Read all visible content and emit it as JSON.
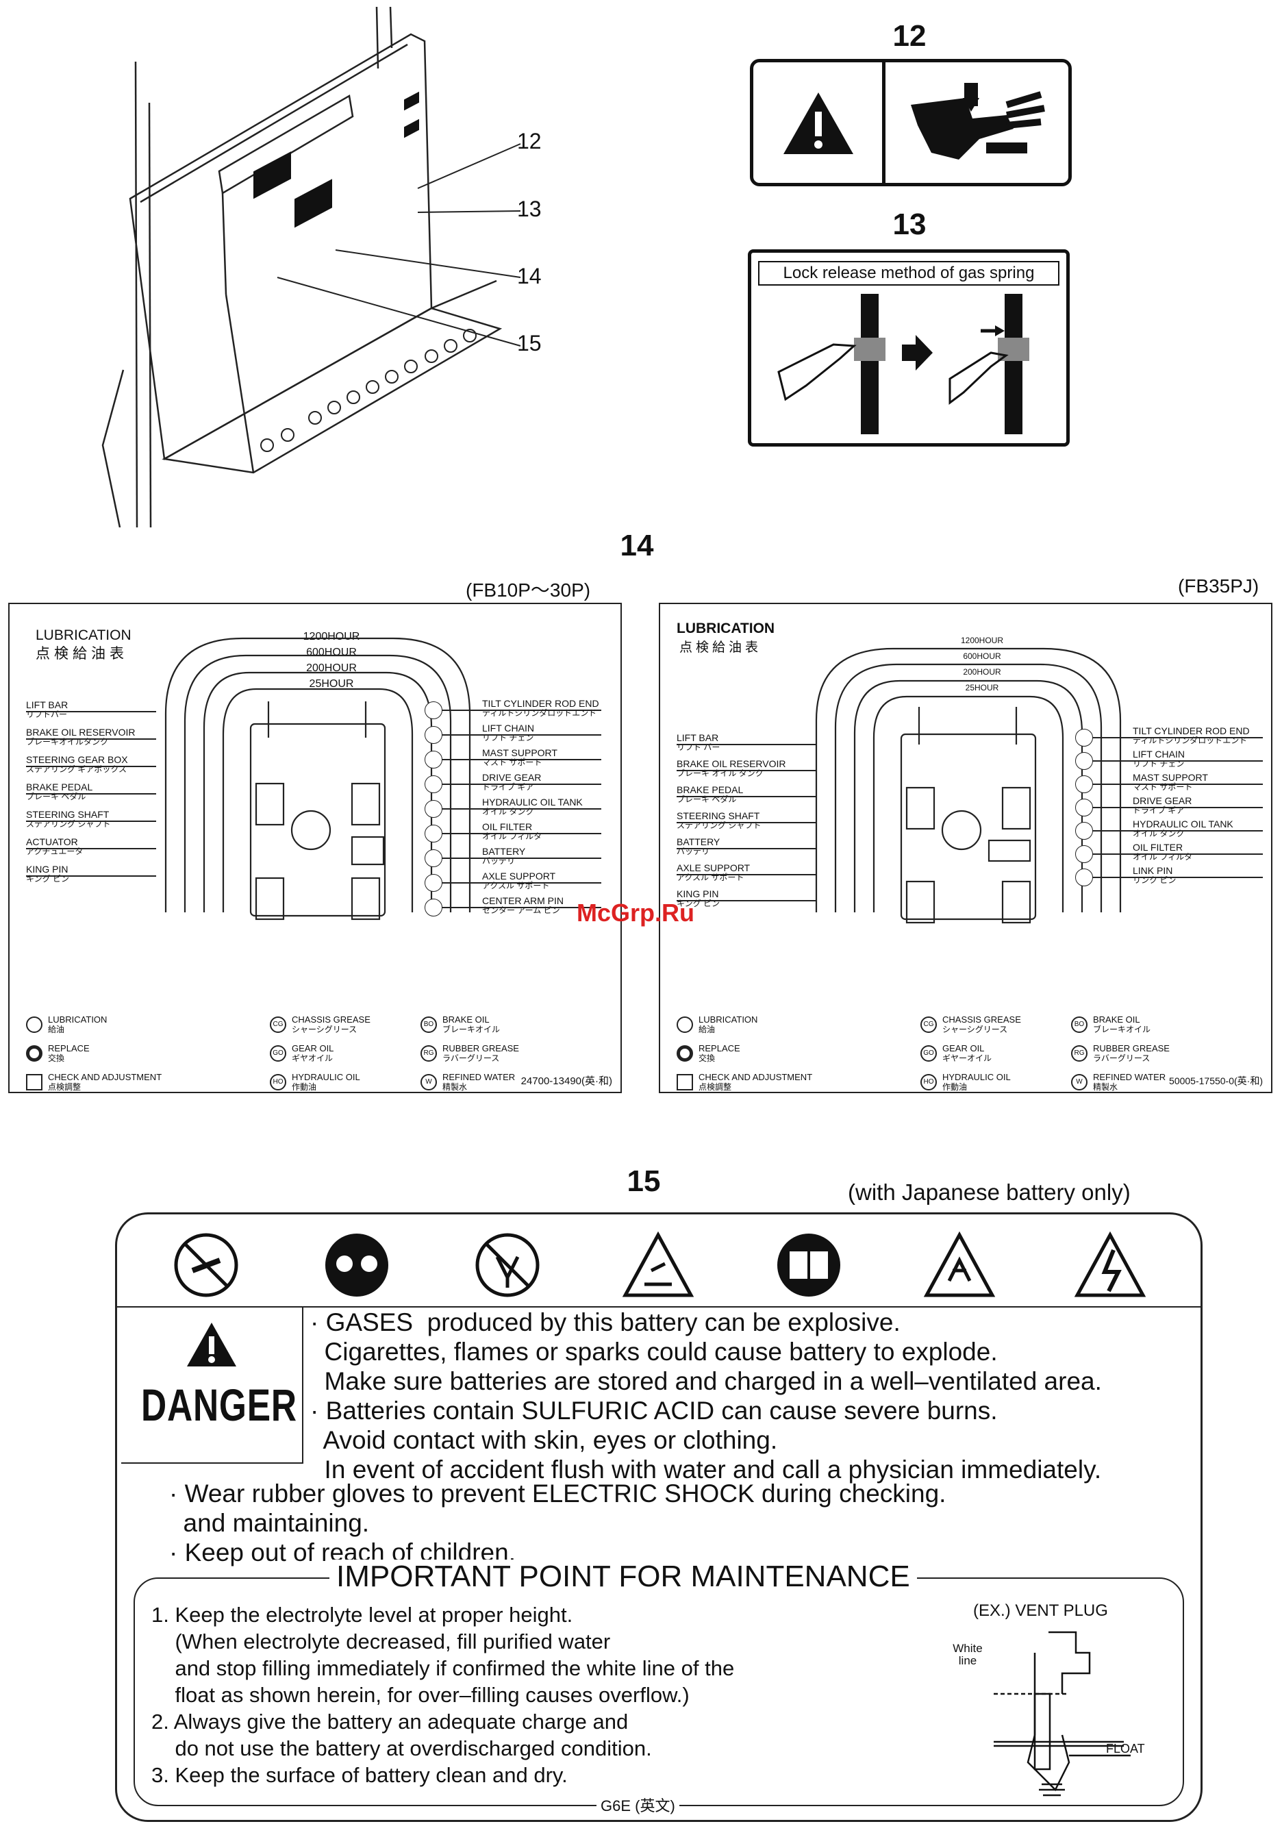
{
  "labels": {
    "n12_marker": "12",
    "n13_marker": "13",
    "n14_marker": "14",
    "n15_marker": "15",
    "n12_title": "12",
    "n13_title": "13",
    "n14_title": "14",
    "n15_title": "15"
  },
  "decal13": {
    "caption": "Lock release method of gas spring"
  },
  "chart_left": {
    "model": "(FB10P～30P)",
    "title": "LUBRICATION",
    "title_jp": "点検給油表",
    "hours": [
      "1200HOUR",
      "600HOUR",
      "200HOUR",
      "25HOUR"
    ],
    "left_items": [
      {
        "en": "LIFT BAR",
        "jp": "リフトバー"
      },
      {
        "en": "BRAKE OIL RESERVOIR",
        "jp": "ブレーキオイルタンク"
      },
      {
        "en": "STEERING GEAR BOX",
        "jp": "ステアリング ギアボックス"
      },
      {
        "en": "BRAKE PEDAL",
        "jp": "ブレーキ ペダル"
      },
      {
        "en": "STEERING SHAFT",
        "jp": "ステアリング シャフト"
      },
      {
        "en": "ACTUATOR",
        "jp": "アクチュエータ"
      },
      {
        "en": "KING PIN",
        "jp": "キング ピン"
      }
    ],
    "right_items": [
      {
        "en": "TILT CYLINDER ROD END",
        "jp": "ティルトシリンダロッドエンド"
      },
      {
        "en": "LIFT CHAIN",
        "jp": "リフト チェン"
      },
      {
        "en": "MAST SUPPORT",
        "jp": "マスト サポート"
      },
      {
        "en": "DRIVE GEAR",
        "jp": "ドライブ ギア"
      },
      {
        "en": "HYDRAULIC OIL TANK",
        "jp": "オイル タンク"
      },
      {
        "en": "OIL FILTER",
        "jp": "オイル フィルタ"
      },
      {
        "en": "BATTERY",
        "jp": "バッテリ"
      },
      {
        "en": "AXLE SUPPORT",
        "jp": "アクスル サポート"
      },
      {
        "en": "CENTER ARM PIN",
        "jp": "センター アーム ピン"
      }
    ],
    "legend": [
      {
        "sym": "○",
        "en": "LUBRICATION",
        "jp": "給油"
      },
      {
        "sym": "◎",
        "en": "REPLACE",
        "jp": "交換"
      },
      {
        "sym": "□",
        "en": "CHECK AND ADJUSTMENT",
        "jp": "点検調整"
      },
      {
        "sym": "CG",
        "en": "CHASSIS GREASE",
        "jp": "シャーシグリース"
      },
      {
        "sym": "GO",
        "en": "GEAR OIL",
        "jp": "ギヤオイル"
      },
      {
        "sym": "HO",
        "en": "HYDRAULIC OIL",
        "jp": "作動油"
      },
      {
        "sym": "BO",
        "en": "BRAKE OIL",
        "jp": "ブレーキオイル"
      },
      {
        "sym": "RG",
        "en": "RUBBER GREASE",
        "jp": "ラバーグリース"
      },
      {
        "sym": "W",
        "en": "REFINED WATER",
        "jp": "精製水"
      }
    ],
    "part_no": "24700-13490(英·和)"
  },
  "chart_right": {
    "model": "(FB35PJ)",
    "title": "LUBRICATION",
    "title_jp": "点検給油表",
    "hours": [
      "1200HOUR",
      "600HOUR",
      "200HOUR",
      "25HOUR"
    ],
    "left_items": [
      {
        "en": "LIFT BAR",
        "jp": "リフト バー"
      },
      {
        "en": "BRAKE OIL RESERVOIR",
        "jp": "ブレーキ オイル タンク"
      },
      {
        "en": "BRAKE PEDAL",
        "jp": "ブレーキ ペダル"
      },
      {
        "en": "STEERING SHAFT",
        "jp": "ステアリング シャフト"
      },
      {
        "en": "BATTERY",
        "jp": "バッテリ"
      },
      {
        "en": "AXLE SUPPORT",
        "jp": "アクスル サポート"
      },
      {
        "en": "KING PIN",
        "jp": "キング ピン"
      }
    ],
    "right_items": [
      {
        "en": "TILT CYLINDER ROD END",
        "jp": "ティルトシリンダロッドエンド"
      },
      {
        "en": "LIFT CHAIN",
        "jp": "リフト チェン"
      },
      {
        "en": "MAST SUPPORT",
        "jp": "マスト サポート"
      },
      {
        "en": "DRIVE GEAR",
        "jp": "ドライブ ギア"
      },
      {
        "en": "HYDRAULIC OIL TANK",
        "jp": "オイル タンク"
      },
      {
        "en": "OIL FILTER",
        "jp": "オイル フィルタ"
      },
      {
        "en": "LINK PIN",
        "jp": "リンク ピン"
      }
    ],
    "legend": [
      {
        "sym": "○",
        "en": "LUBRICATION",
        "jp": "給油"
      },
      {
        "sym": "◎",
        "en": "REPLACE",
        "jp": "交換"
      },
      {
        "sym": "□",
        "en": "CHECK AND ADJUSTMENT",
        "jp": "点検調整"
      },
      {
        "sym": "CG",
        "en": "CHASSIS GREASE",
        "jp": "シャーシグリース"
      },
      {
        "sym": "GO",
        "en": "GEAR OIL",
        "jp": "ギヤーオイル"
      },
      {
        "sym": "HO",
        "en": "HYDRAULIC OIL",
        "jp": "作動油"
      },
      {
        "sym": "BO",
        "en": "BRAKE OIL",
        "jp": "ブレーキオイル"
      },
      {
        "sym": "RG",
        "en": "RUBBER GREASE",
        "jp": "ラバーグリース"
      },
      {
        "sym": "W",
        "en": "REFINED WATER",
        "jp": "精製水"
      }
    ],
    "part_no": "50005-17550-0(英·和)"
  },
  "watermark": "McGrp.Ru",
  "battery": {
    "note": "(with Japanese battery only)",
    "danger_word": "DANGER",
    "danger_lines": [
      "· GASES  produced by this battery can be explosive.",
      "  Cigarettes, flames or sparks could cause battery to explode.",
      "  Make sure batteries are stored and charged in a well–ventilated area.",
      "· Batteries contain SULFURIC ACID can cause severe burns.",
      "  Avoid contact with skin, eyes or clothing.",
      "  In event of accident flush with water and call a physician immediately."
    ],
    "general_lines": [
      "· Wear rubber gloves to prevent ELECTRIC SHOCK during checking.",
      "  and maintaining.",
      "· Keep out of reach of children."
    ],
    "maint_title": "IMPORTANT POINT FOR MAINTENANCE",
    "maint_lines": [
      "1. Keep the electrolyte level at proper height.",
      "    (When electrolyte decreased, fill purified water",
      "    and stop filling immediately if confirmed the white line of the",
      "    float as shown herein, for over–filling causes overflow.)",
      "2. Always give the battery an adequate charge and",
      "    do not use the battery at overdischarged condition.",
      "3. Keep the surface of battery clean and dry."
    ],
    "vent_plug": "(EX.) VENT PLUG",
    "white_line": "White line",
    "float": "FLOAT",
    "code": "G6E (英文)"
  }
}
